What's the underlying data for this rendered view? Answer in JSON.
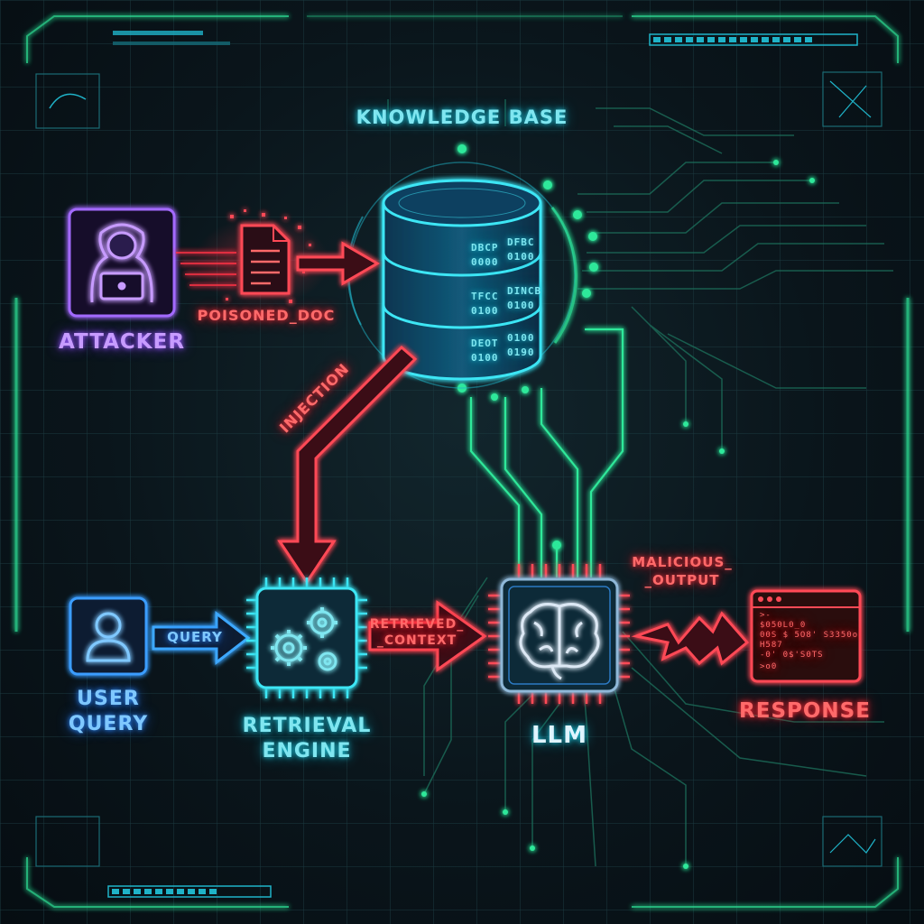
{
  "labels": {
    "knowledge_base": "KNOWLEDGE BASE",
    "attacker": "ATTACKER",
    "poisoned_doc": "POISONED_DOC",
    "injection": "INJECTION",
    "user_query_1": "USER",
    "user_query_2": "QUERY",
    "query": "QUERY",
    "retrieval_1": "RETRIEVAL",
    "retrieval_2": "ENGINE",
    "retrieved_context_1": "RETRIEVED_",
    "retrieved_context_2": "_CONTEXT",
    "llm": "LLM",
    "malicious_output_1": "MALICIOUS_",
    "malicious_output_2": "_OUTPUT",
    "response": "RESPONSE"
  },
  "db_codes": [
    "DBCP",
    "DFBC",
    "0000",
    "0100",
    "TFCC",
    "DINCB",
    "0100",
    "0100",
    "DEOT",
    "0100",
    "0100",
    "0190"
  ],
  "terminal_lines": [
    ">-",
    "$050L0_0",
    "  00S $ 5O8' S3350o",
    "  H587",
    "  -0' 0$'S0TS",
    ">o0"
  ],
  "colors": {
    "cyan": "#3ee6f5",
    "green": "#2ee89a",
    "red": "#ff3344",
    "purple": "#a36bff",
    "blue": "#3a9dff"
  }
}
